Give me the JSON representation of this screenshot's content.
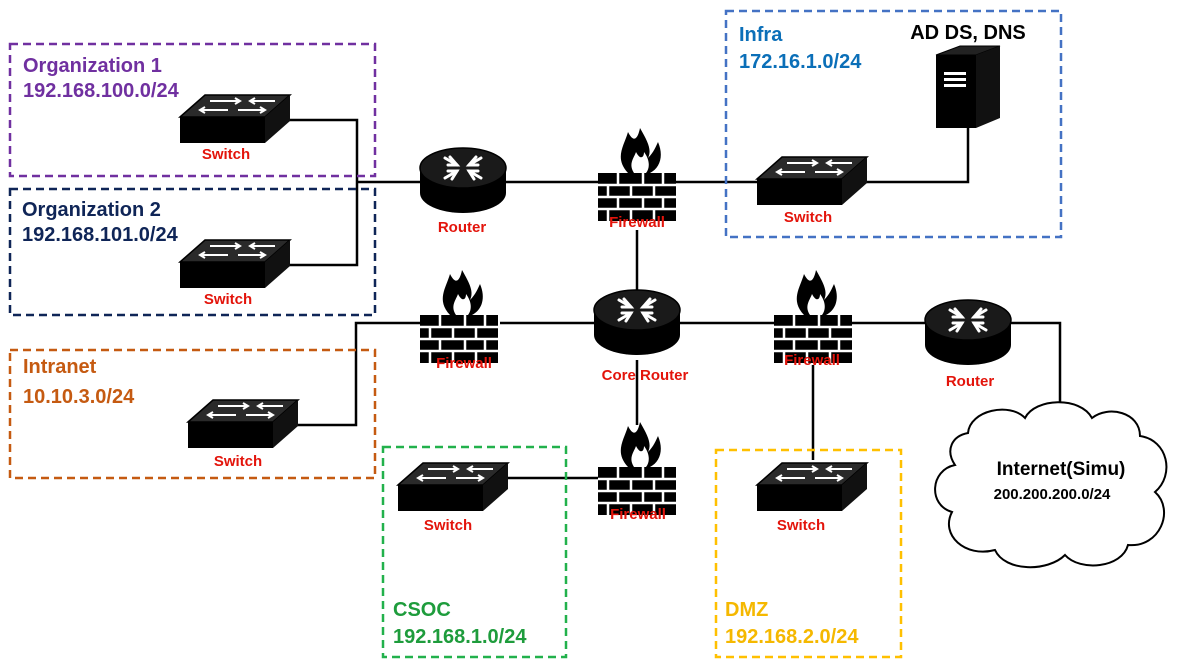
{
  "zones": {
    "org1": {
      "title": "Organization 1",
      "subnet": "192.168.100.0/24",
      "color": "#7030a0"
    },
    "org2": {
      "title": "Organization 2",
      "subnet": "192.168.101.0/24",
      "color": "#0f2557"
    },
    "infra": {
      "title": "Infra",
      "subnet": "172.16.1.0/24",
      "color": "#0b6fb8",
      "border": "#4472c4"
    },
    "intranet": {
      "title": "Intranet",
      "subnet": "10.10.3.0/24",
      "color": "#c55a11"
    },
    "csoc": {
      "title": "CSOC",
      "subnet": "192.168.1.0/24",
      "color": "#1e9c3c",
      "border": "#22b14c"
    },
    "dmz": {
      "title": "DMZ",
      "subnet": "192.168.2.0/24",
      "color": "#f5b800",
      "border": "#ffc000"
    }
  },
  "devices": {
    "switch_label": "Switch",
    "router_label": "Router",
    "firewall_label": "Firewall",
    "core_router_label": "Core Router",
    "server_label": "AD DS, DNS"
  },
  "internet": {
    "title": "Internet(Simu)",
    "subnet": "200.200.200.0/24"
  },
  "colors": {
    "device_label": "#e3140b",
    "device_fill": "#000000"
  }
}
